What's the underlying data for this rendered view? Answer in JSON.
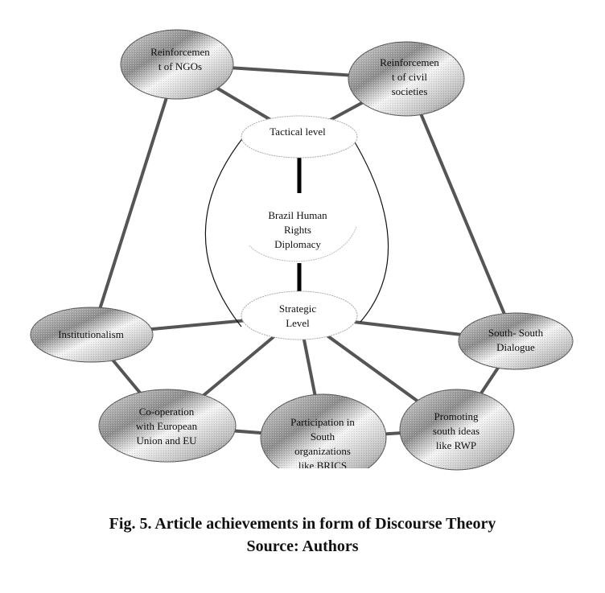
{
  "diagram": {
    "nodes": {
      "ngos": {
        "lines": [
          "Reinforcemen",
          "t of NGOs"
        ]
      },
      "civil": {
        "lines": [
          "Reinforcemen",
          "t of civil",
          "societies"
        ]
      },
      "tactical": {
        "lines": [
          "Tactical level"
        ]
      },
      "center": {
        "lines": [
          "Brazil Human",
          "Rights",
          "Diplomacy"
        ]
      },
      "strategic": {
        "lines": [
          "Strategic",
          "Level"
        ]
      },
      "institutionalism": {
        "lines": [
          "Institutionalism"
        ]
      },
      "south_south": {
        "lines": [
          "South- South",
          "Dialogue"
        ]
      },
      "eu": {
        "lines": [
          "Co-operation",
          "with European",
          "Union and EU"
        ]
      },
      "brics": {
        "lines": [
          "Participation in",
          "South",
          "organizations",
          "like BRICS"
        ]
      },
      "rwp": {
        "lines": [
          "Promoting",
          "south ideas",
          "like RWP"
        ]
      }
    },
    "edges": [
      [
        "ngos",
        "civil"
      ],
      [
        "ngos",
        "tactical"
      ],
      [
        "civil",
        "tactical"
      ],
      [
        "ngos",
        "institutionalism"
      ],
      [
        "civil",
        "south_south"
      ],
      [
        "tactical",
        "center"
      ],
      [
        "center",
        "strategic"
      ],
      [
        "strategic",
        "institutionalism"
      ],
      [
        "strategic",
        "south_south"
      ],
      [
        "strategic",
        "eu"
      ],
      [
        "strategic",
        "brics"
      ],
      [
        "strategic",
        "rwp"
      ],
      [
        "institutionalism",
        "eu"
      ],
      [
        "eu",
        "brics"
      ],
      [
        "brics",
        "rwp"
      ],
      [
        "rwp",
        "south_south"
      ]
    ]
  },
  "caption": {
    "title": "Fig. 5. Article achievements in form of Discourse Theory",
    "source": "Source: Authors"
  }
}
